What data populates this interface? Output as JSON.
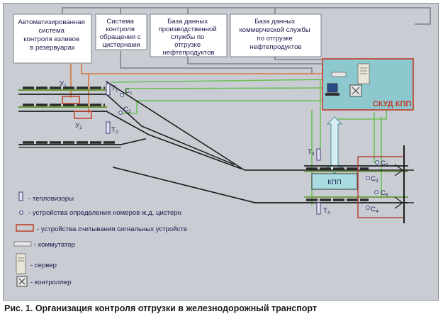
{
  "boxes": [
    [
      "Автоматизированная",
      "система",
      "контроля  взливов",
      "в резервуарах"
    ],
    [
      "Система",
      "контроля",
      "обращения с",
      "цистернами"
    ],
    [
      "База данных",
      "производственной",
      "службы по",
      "отгрузке",
      "нефтепродуктов"
    ],
    [
      "База данных",
      "коммерческой службы",
      "по отгрузке",
      "нефтепродуктов"
    ]
  ],
  "skud_label": "СКУД КПП",
  "kpp_label": "КПП",
  "sensor_labels": {
    "T1": {
      "main": "T",
      "sub": "1"
    },
    "T2": {
      "main": "T",
      "sub": "2"
    },
    "T3": {
      "main": "T",
      "sub": "3"
    },
    "T4": {
      "main": "T",
      "sub": "4"
    },
    "C1": {
      "main": "C",
      "sub": "1"
    },
    "C2": {
      "main": "C",
      "sub": "2"
    },
    "C3": {
      "main": "C",
      "sub": "3"
    },
    "C4": {
      "main": "C",
      "sub": "4"
    },
    "C5": {
      "main": "C",
      "sub": "5"
    },
    "C6": {
      "main": "C",
      "sub": "6"
    },
    "Y1": {
      "main": "У",
      "sub": "1"
    },
    "Y2": {
      "main": "У",
      "sub": "2"
    }
  },
  "legend": {
    "thermal": "- тепловизоры",
    "numbers": "- устройства определения номеров ж.д. цистерн",
    "signals": "- устройства  считывания сигнальных устройств",
    "switch": "- коммутатор",
    "server": "- сервер",
    "controller": "- контроллер"
  },
  "caption": "Рис. 1. Организация контроля отгрузки в железнодорожный транспорт",
  "colors": {
    "panel": "#c9cdd3",
    "box_fill": "#ffffff",
    "box_text": "#1b1b4d",
    "grey_wire": "#7d8288",
    "orange_wire": "#d8763c",
    "green_wire": "#6bbf57",
    "skud_fill": "#8ec8cf",
    "skud_border": "#c23a2a",
    "rail_dark": "#1d1d1d",
    "rail_green": "#6a9a3a",
    "tank_dark": "#2a2a2a",
    "kpp_fill": "#a9dbe0",
    "reader_border": "#c0462c"
  }
}
